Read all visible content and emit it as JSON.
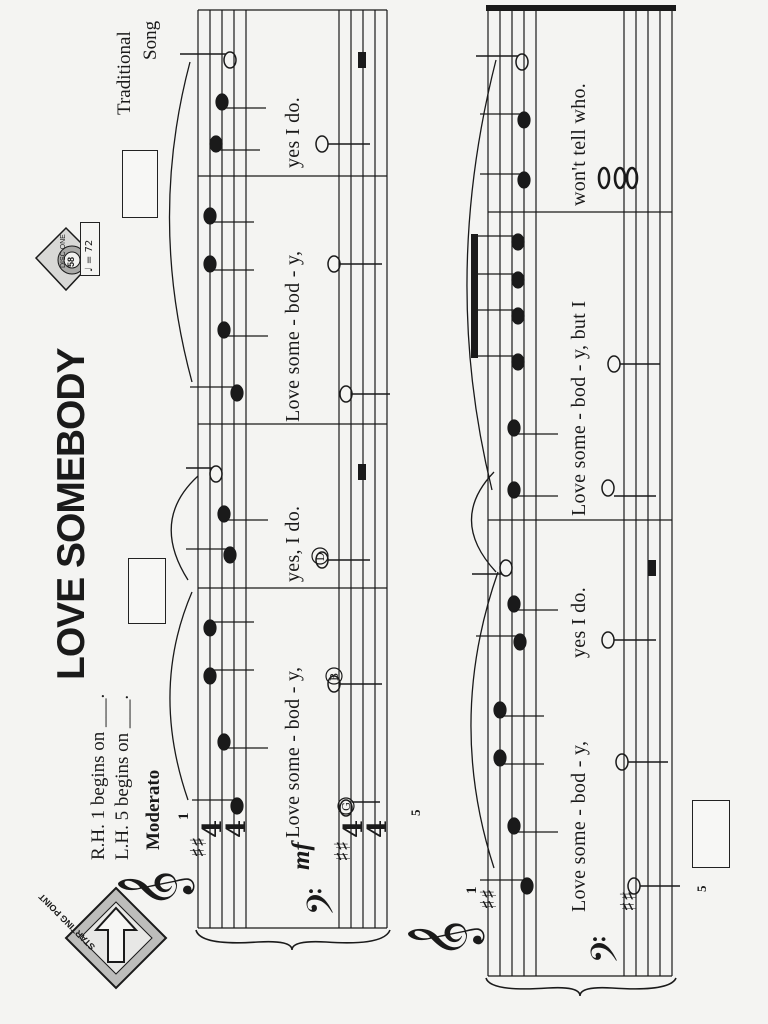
{
  "title": "LOVE SOMEBODY",
  "composer": {
    "line1": "Traditional",
    "line2": "Song"
  },
  "instructions": {
    "rh_begin": "R.H. 1 begins on ___.",
    "lh_begin": "L.H. 5 begins on ___.",
    "tempo": "Moderato"
  },
  "badges": {
    "starting_point": "STARTING POINT",
    "disc_track": "58",
    "disc_label": "DISC ONE",
    "metronome": "♩ = 72"
  },
  "system1": {
    "dynamic": "mf",
    "lyrics_a": "Love some - bod - y,",
    "lyrics_b": "yes,  I  do.",
    "lyrics_c": "Love some - bod - y,",
    "lyrics_d": "yes  I  do.",
    "note_labels": [
      "G",
      "B",
      "D"
    ],
    "rh_finger": "1",
    "lh_finger": "5"
  },
  "system2": {
    "lyrics_a": "Love some - bod - y,",
    "lyrics_b": "yes  I  do.",
    "lyrics_c": "Love some - bod - y,  but  I",
    "lyrics_d": "won't  tell  who.",
    "rh_finger": "1",
    "lh_finger": "5"
  }
}
